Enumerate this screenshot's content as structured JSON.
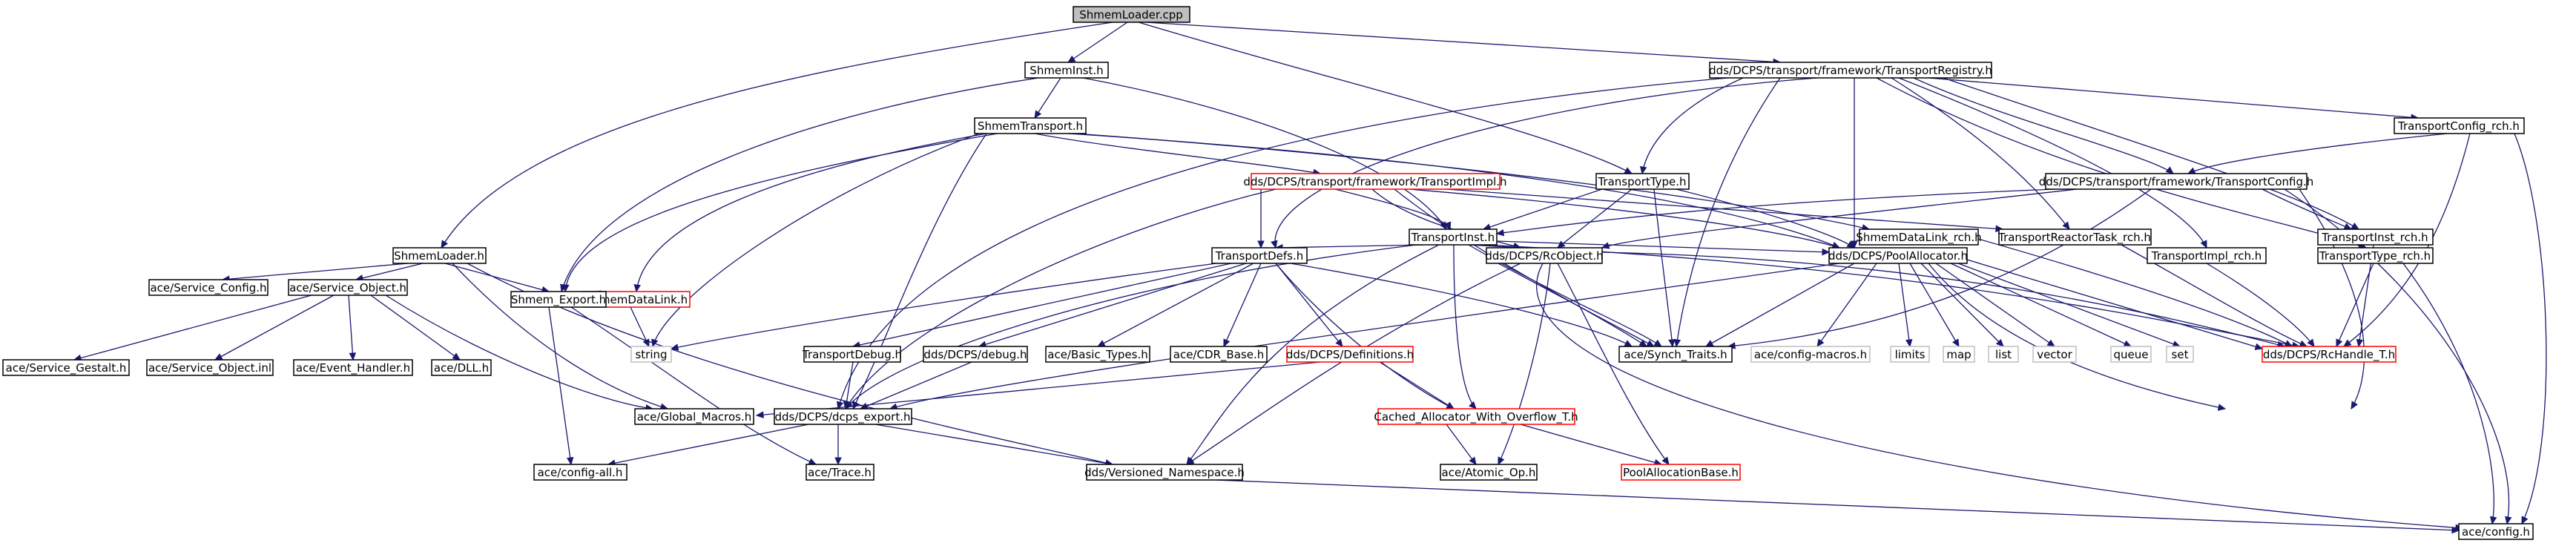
{
  "diagram": {
    "nodes": [
      {
        "id": "n0",
        "label": "ShmemLoader.cpp",
        "style": "root"
      },
      {
        "id": "n1",
        "label": "ShmemInst.h",
        "style": "normal"
      },
      {
        "id": "n2",
        "label": "dds/DCPS/transport/framework/TransportRegistry.h",
        "style": "normal"
      },
      {
        "id": "n3",
        "label": "ShmemLoader.h",
        "style": "normal"
      },
      {
        "id": "n4",
        "label": "ShmemTransport.h",
        "style": "normal"
      },
      {
        "id": "n5",
        "label": "TransportConfig_rch.h",
        "style": "normal"
      },
      {
        "id": "n6",
        "label": "dds/DCPS/transport/framework/TransportImpl.h",
        "style": "red"
      },
      {
        "id": "n7",
        "label": "TransportType.h",
        "style": "normal"
      },
      {
        "id": "n8",
        "label": "dds/DCPS/transport/framework/TransportConfig.h",
        "style": "normal"
      },
      {
        "id": "n9",
        "label": "TransportInst.h",
        "style": "normal"
      },
      {
        "id": "n10",
        "label": "ShmemDataLink_rch.h",
        "style": "normal"
      },
      {
        "id": "n11",
        "label": "TransportReactorTask_rch.h",
        "style": "normal"
      },
      {
        "id": "n12",
        "label": "TransportInst_rch.h",
        "style": "normal"
      },
      {
        "id": "n13",
        "label": "ShmemDataLink.h",
        "style": "red"
      },
      {
        "id": "n14",
        "label": "TransportDefs.h",
        "style": "normal"
      },
      {
        "id": "n15",
        "label": "dds/DCPS/RcObject.h",
        "style": "normal"
      },
      {
        "id": "n16",
        "label": "dds/DCPS/PoolAllocator.h",
        "style": "normal"
      },
      {
        "id": "n17",
        "label": "TransportImpl_rch.h",
        "style": "normal"
      },
      {
        "id": "n18",
        "label": "TransportType_rch.h",
        "style": "normal"
      },
      {
        "id": "n19",
        "label": "ace/Service_Config.h",
        "style": "normal"
      },
      {
        "id": "n20",
        "label": "ace/Service_Object.h",
        "style": "normal"
      },
      {
        "id": "n21",
        "label": "Shmem_Export.h",
        "style": "normal"
      },
      {
        "id": "n22",
        "label": "string",
        "style": "gray"
      },
      {
        "id": "n23",
        "label": "TransportDebug.h",
        "style": "normal"
      },
      {
        "id": "n24",
        "label": "dds/DCPS/debug.h",
        "style": "normal"
      },
      {
        "id": "n25",
        "label": "ace/Basic_Types.h",
        "style": "normal"
      },
      {
        "id": "n26",
        "label": "ace/CDR_Base.h",
        "style": "normal"
      },
      {
        "id": "n27",
        "label": "dds/DCPS/Definitions.h",
        "style": "red"
      },
      {
        "id": "n28",
        "label": "ace/Synch_Traits.h",
        "style": "normal"
      },
      {
        "id": "n29",
        "label": "ace/config-macros.h",
        "style": "gray"
      },
      {
        "id": "n30",
        "label": "limits",
        "style": "gray"
      },
      {
        "id": "n31",
        "label": "map",
        "style": "gray"
      },
      {
        "id": "n32",
        "label": "list",
        "style": "gray"
      },
      {
        "id": "n33",
        "label": "vector",
        "style": "gray"
      },
      {
        "id": "n34",
        "label": "queue",
        "style": "gray"
      },
      {
        "id": "n35",
        "label": "set",
        "style": "gray"
      },
      {
        "id": "n36",
        "label": "dds/DCPS/RcHandle_T.h",
        "style": "red"
      },
      {
        "id": "n37",
        "label": "ace/Service_Gestalt.h",
        "style": "normal"
      },
      {
        "id": "n38",
        "label": "ace/Service_Object.inl",
        "style": "normal"
      },
      {
        "id": "n39",
        "label": "ace/Event_Handler.h",
        "style": "normal"
      },
      {
        "id": "n40",
        "label": "ace/DLL.h",
        "style": "normal"
      },
      {
        "id": "n41",
        "label": "ace/Global_Macros.h",
        "style": "normal"
      },
      {
        "id": "n42",
        "label": "dds/DCPS/dcps_export.h",
        "style": "normal"
      },
      {
        "id": "n43",
        "label": "Cached_Allocator_With_Overflow_T.h",
        "style": "red"
      },
      {
        "id": "n44",
        "label": "ace/config-all.h",
        "style": "normal"
      },
      {
        "id": "n45",
        "label": "ace/Trace.h",
        "style": "normal"
      },
      {
        "id": "n46",
        "label": "dds/Versioned_Namespace.h",
        "style": "normal"
      },
      {
        "id": "n47",
        "label": "ace/Atomic_Op.h",
        "style": "normal"
      },
      {
        "id": "n48",
        "label": "PoolAllocationBase.h",
        "style": "red"
      },
      {
        "id": "n49",
        "label": "ace/config.h",
        "style": "normal"
      }
    ]
  }
}
